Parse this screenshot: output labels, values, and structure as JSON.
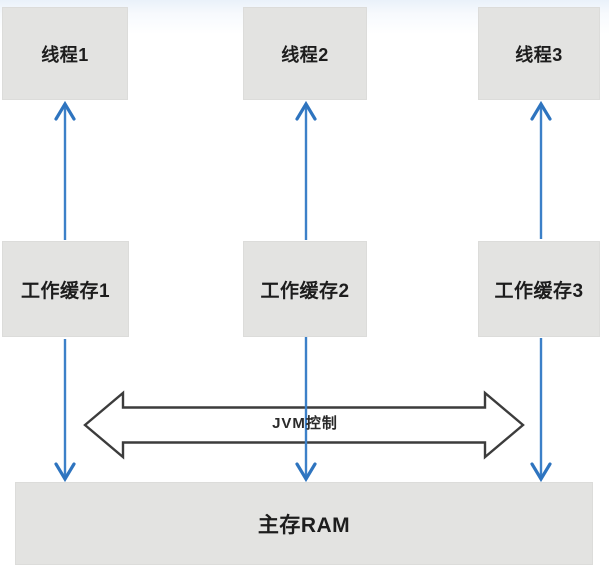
{
  "diagram": {
    "title_context": "JVM memory model diagram",
    "threads": [
      {
        "label": "线程1"
      },
      {
        "label": "线程2"
      },
      {
        "label": "线程3"
      }
    ],
    "caches": [
      {
        "label": "工作缓存1"
      },
      {
        "label": "工作缓存2"
      },
      {
        "label": "工作缓存3"
      }
    ],
    "main_memory": {
      "label": "主存RAM"
    },
    "jvm_control": {
      "label": "JVM控制"
    },
    "arrows": {
      "cache_to_thread_direction": "up",
      "cache_to_memory_direction": "down",
      "jvm_control_direction": "double-horizontal"
    },
    "colors": {
      "box_fill": "#e3e3e1",
      "arrow_blue": "#3c80c8",
      "arrow_blue_light": "#6ba3d9",
      "outline_gray": "#3c3c3c",
      "text": "#1d1d1d",
      "background_tint": "#e9f1fa"
    }
  }
}
